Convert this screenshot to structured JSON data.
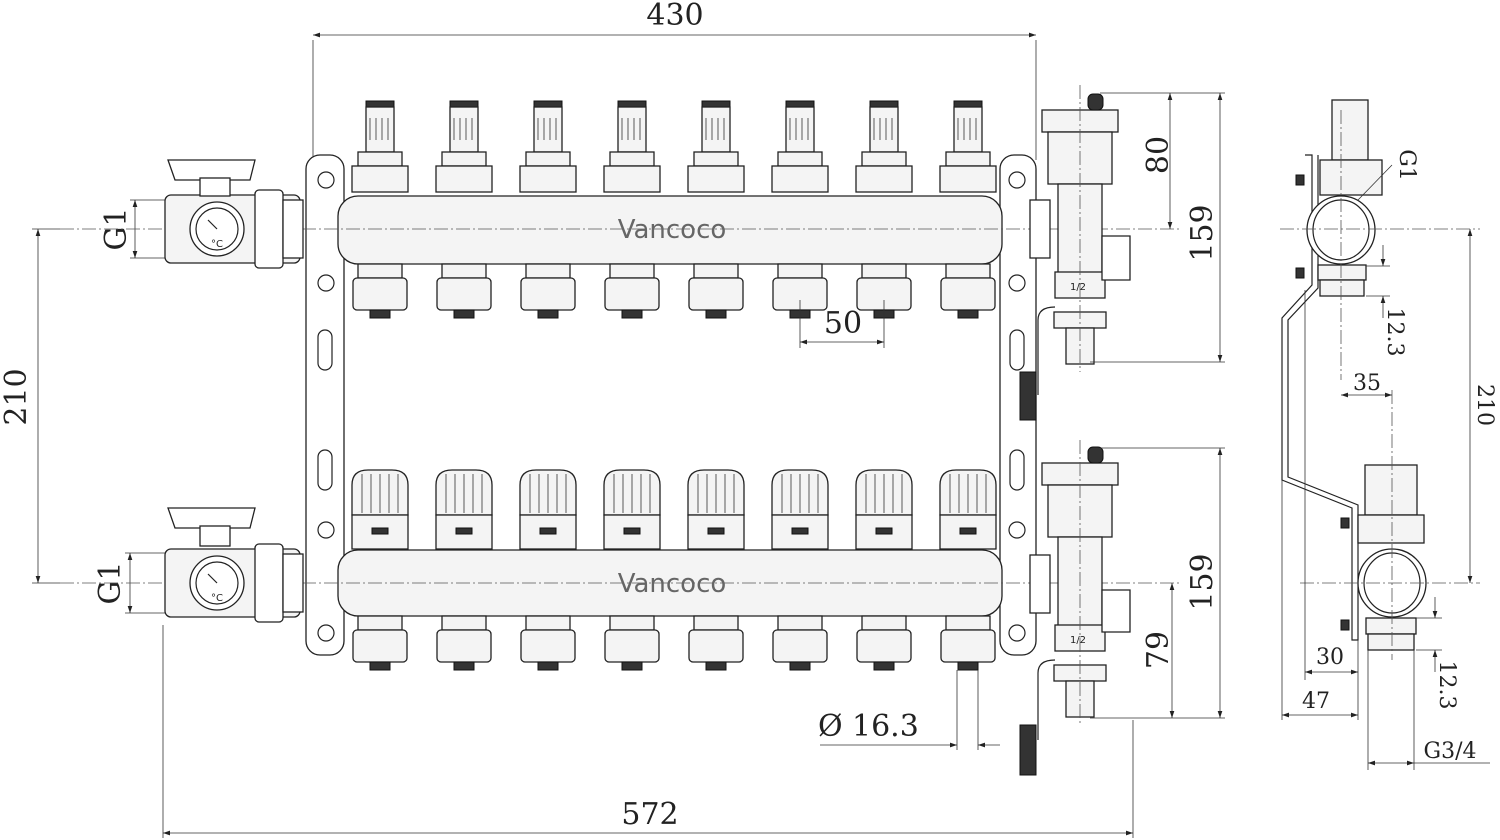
{
  "drawing": {
    "brand_top": "Vancoco",
    "brand_bottom": "Vancoco",
    "outlet_count": 8,
    "valve_size_label_top": "1/2",
    "valve_size_label_bottom": "1/2"
  },
  "dimensions": {
    "overall_bar_width": "430",
    "overall_width": "572",
    "manifold_spacing": "210",
    "inlet_thread_top": "G1",
    "inlet_thread_bottom": "G1",
    "vent_height": "80",
    "upper_assembly_height": "159",
    "lower_assembly_height": "159",
    "drain_height": "79",
    "outlet_spacing": "50",
    "outlet_diameter_symbol": "Ø",
    "outlet_diameter": "16.3"
  },
  "side_view": {
    "thread_label": "G1",
    "fitting_height_top": "12.3",
    "fitting_height_bottom": "12.3",
    "offset": "35",
    "manifold_spacing": "210",
    "bracket_depth": "30",
    "total_depth": "47",
    "outlet_thread": "G3/4"
  }
}
